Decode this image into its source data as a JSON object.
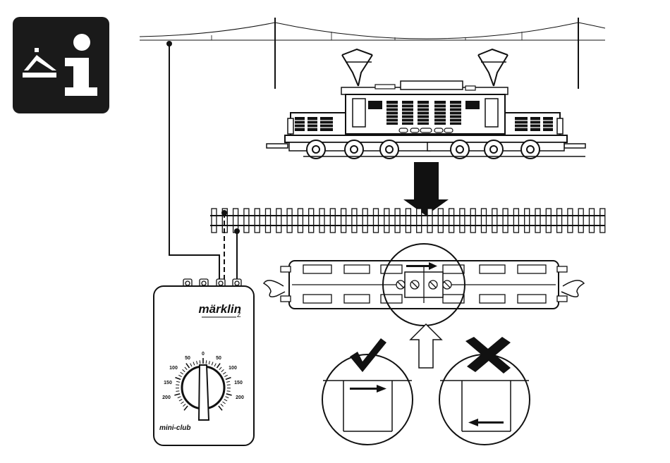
{
  "info_icon": {
    "letter": "i",
    "bg": "#1a1a1a",
    "fg": "#ffffff"
  },
  "controller": {
    "brand": "märklin",
    "scale": "Z",
    "series": "mini-club",
    "dial_ticks": [
      {
        "label": "0",
        "pos": "top"
      },
      {
        "label": "50",
        "pos": "left-1"
      },
      {
        "label": "50",
        "pos": "right-1"
      },
      {
        "label": "100",
        "pos": "left-2"
      },
      {
        "label": "100",
        "pos": "right-2"
      },
      {
        "label": "150",
        "pos": "left-3"
      },
      {
        "label": "150",
        "pos": "right-3"
      },
      {
        "label": "200",
        "pos": "left-4"
      },
      {
        "label": "200",
        "pos": "right-4"
      }
    ]
  },
  "result": {
    "correct_symbol": "checkmark",
    "wrong_symbol": "cross"
  },
  "colors": {
    "ink": "#111111",
    "paper": "#ffffff",
    "grey": "#d8d8d8"
  }
}
